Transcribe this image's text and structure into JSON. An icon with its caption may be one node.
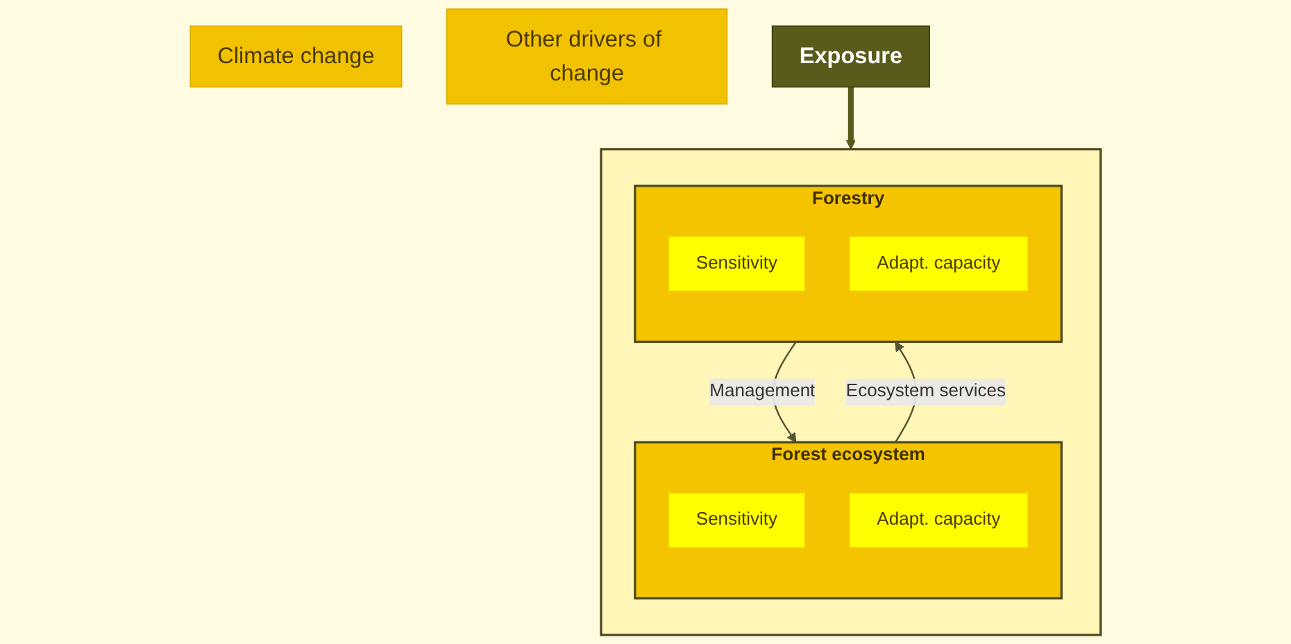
{
  "diagram": {
    "nodes": [
      {
        "text": [
          "Climate change"
        ]
      },
      {
        "text": [
          "Other drivers of change"
        ]
      },
      {
        "text": [
          "Exposure"
        ]
      },
      {
        "text": [],
        "shape": "box"
      },
      {
        "text": [
          "Forest ecosystem"
        ],
        "in": 3
      },
      {
        "text": [
          "Sensitivity"
        ],
        "in": 4
      },
      {
        "text": [
          "Adapt. capacity"
        ],
        "in": 4
      },
      {
        "text": [
          "Forestry"
        ],
        "in": 3
      },
      {
        "text": [
          "Sensitivity"
        ],
        "in": 7
      },
      {
        "text": [
          "Adapt. capacity"
        ],
        "in": 7
      }
    ],
    "edges": [
      {
        "from": 2,
        "to": 3,
        "arrow": "to",
        "style": "thick",
        "color": "#5a5a1a"
      },
      {
        "from": 4,
        "to": 7,
        "label": "Ecosystem services",
        "arrow": "to"
      },
      {
        "from": 7,
        "to": 4,
        "label": "Management",
        "arrow": "to"
      }
    ]
  }
}
